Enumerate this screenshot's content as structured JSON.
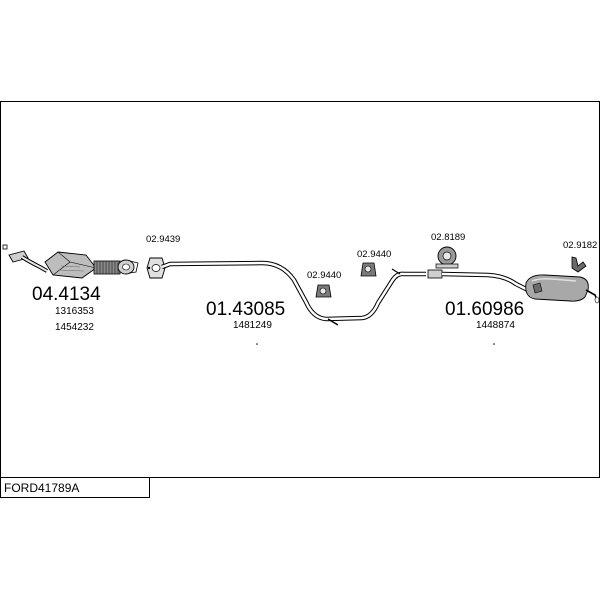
{
  "diagram_code": "FORD41789A",
  "parts": [
    {
      "number": "04.4134",
      "oem_refs": [
        "1316353",
        "1454232"
      ]
    },
    {
      "number": "01.43085",
      "oem_refs": [
        "1481249"
      ]
    },
    {
      "number": "01.60986",
      "oem_refs": [
        "1448874"
      ]
    }
  ],
  "mounts": [
    {
      "number": "02.9439"
    },
    {
      "number": "02.9440"
    },
    {
      "number": "02.9440"
    },
    {
      "number": "02.8189"
    },
    {
      "number": "02.9182"
    }
  ],
  "colors": {
    "line": "#000000",
    "fill_light": "#e0e0e0",
    "fill_mid": "#b5b5b5",
    "fill_dark": "#6a6a6a"
  }
}
